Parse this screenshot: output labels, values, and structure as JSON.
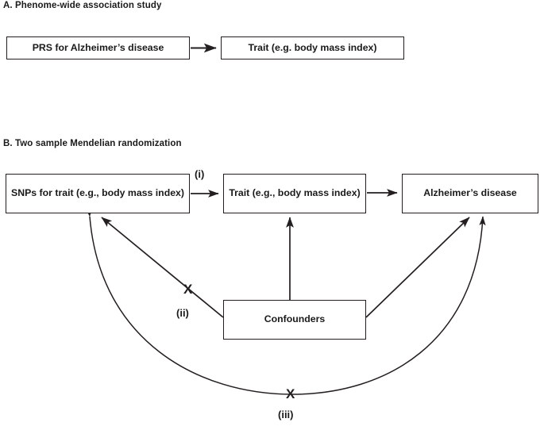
{
  "figure": {
    "panels": [
      {
        "id": "A",
        "title": "A. Phenome-wide association study",
        "nodes": [
          {
            "id": "prs",
            "label": "PRS for Alzheimer’s disease"
          },
          {
            "id": "trait_a",
            "label": "Trait (e.g. body mass index)"
          }
        ],
        "edges": [
          {
            "from": "prs",
            "to": "trait_a",
            "style": "straight-arrow",
            "label": ""
          }
        ]
      },
      {
        "id": "B",
        "title": "B. Two sample Mendelian randomization",
        "nodes": [
          {
            "id": "snps",
            "label": "SNPs for trait (e.g., body mass index)"
          },
          {
            "id": "trait_b",
            "label": "Trait (e.g., body mass index)"
          },
          {
            "id": "alzheimer",
            "label": "Alzheimer’s disease"
          },
          {
            "id": "confounders",
            "label": "Confounders"
          }
        ],
        "edges": [
          {
            "from": "snps",
            "to": "trait_b",
            "style": "straight-arrow",
            "label": "(i)",
            "blocked": false
          },
          {
            "from": "trait_b",
            "to": "alzheimer",
            "style": "straight-arrow",
            "label": "",
            "blocked": false
          },
          {
            "from": "confounders",
            "to": "trait_b",
            "style": "straight-arrow",
            "label": "",
            "blocked": false
          },
          {
            "from": "confounders",
            "to": "snps",
            "style": "diagonal-arrow",
            "label": "(ii)",
            "blocked": true
          },
          {
            "from": "confounders",
            "to": "alzheimer",
            "style": "diagonal-arrow",
            "label": "",
            "blocked": false
          },
          {
            "from": "snps",
            "to": "alzheimer",
            "style": "curved-arc",
            "label": "(iii)",
            "blocked": true
          }
        ]
      }
    ],
    "annotations": {
      "blocked_marker": "X",
      "edge_label_i": "(i)",
      "edge_label_ii": "(ii)",
      "edge_label_iii": "(iii)"
    },
    "colors": {
      "stroke": "#231f20",
      "text": "#1a1a1a",
      "background": "#ffffff"
    }
  }
}
